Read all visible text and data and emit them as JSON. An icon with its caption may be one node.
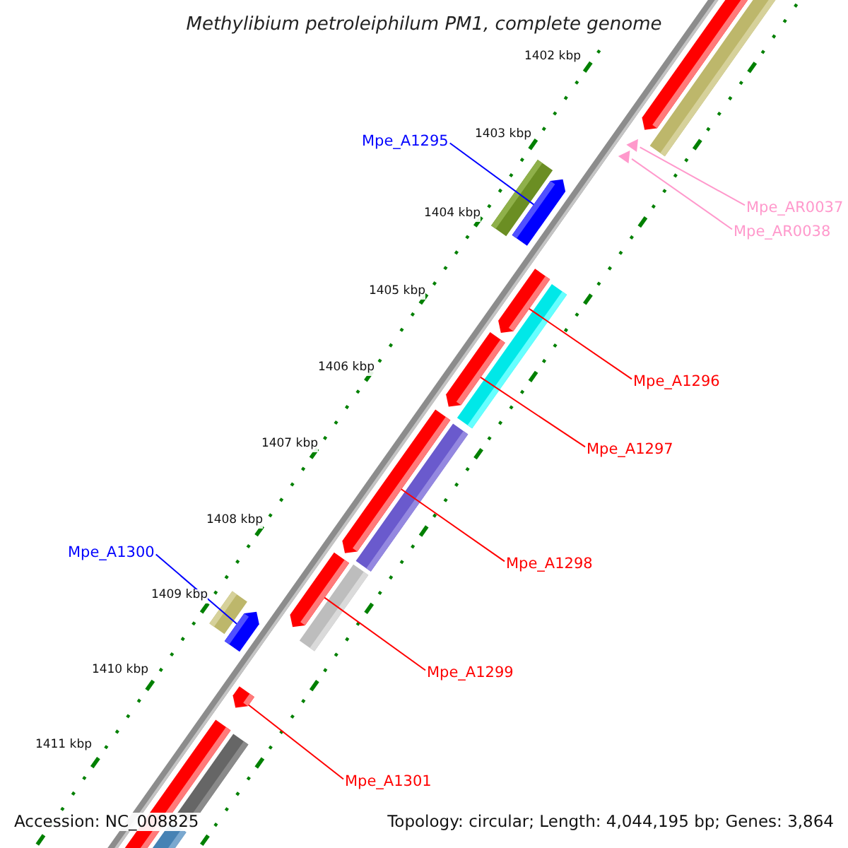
{
  "diagram": {
    "title": "Methylibium petroleiphilum PM1, complete genome",
    "nodes": [
      {
        "text": [
          "Mpe_A1295"
        ]
      },
      {
        "text": [
          "Mpe_AR0037"
        ]
      },
      {
        "text": [
          "Mpe_AR0038"
        ]
      },
      {
        "text": [
          "Mpe_A1296"
        ]
      },
      {
        "text": [
          "Mpe_A1297"
        ]
      },
      {
        "text": [
          "Mpe_A1300"
        ]
      },
      {
        "text": [
          "Mpe_A1298"
        ]
      },
      {
        "text": [
          "Mpe_A1299"
        ]
      },
      {
        "text": [
          "Mpe_A1301"
        ]
      },
      {
        "text": [],
        "shape": "bar"
      },
      {
        "text": [],
        "shape": "bar"
      },
      {
        "text": [],
        "shape": "bar"
      },
      {
        "text": [],
        "shape": "bar"
      },
      {
        "text": [],
        "shape": "bar"
      },
      {
        "text": [],
        "shape": "bar"
      },
      {
        "text": [],
        "shape": "bar"
      },
      {
        "text": [],
        "shape": "bar"
      },
      {
        "text": [],
        "shape": "bar"
      }
    ],
    "edges": [
      {
        "from": 0,
        "to": 9,
        "arrow": "none",
        "color": "#0000ff"
      },
      {
        "from": 1,
        "to": 10,
        "arrow": "none",
        "color": "#ff99cc"
      },
      {
        "from": 2,
        "to": 11,
        "arrow": "none",
        "color": "#ff99cc"
      },
      {
        "from": 3,
        "to": 12,
        "arrow": "none"
      },
      {
        "from": 4,
        "to": 13,
        "arrow": "none"
      },
      {
        "from": 5,
        "to": 14,
        "arrow": "none",
        "color": "#0000ff"
      },
      {
        "from": 6,
        "to": 15,
        "arrow": "none"
      },
      {
        "from": 7,
        "to": 16,
        "arrow": "none"
      },
      {
        "from": 8,
        "to": 17,
        "arrow": "none"
      }
    ],
    "labels": [
      "1402 kbp",
      "1403 kbp",
      "1404 kbp",
      "1405 kbp",
      "1406 kbp",
      "1407 kbp",
      "1408 kbp",
      "1409 kbp",
      "1410 kbp",
      "1411 kbp",
      "Accession: NC_008825",
      "Topology: circular; Length: 4,044,195 bp; Genes: 3,864"
    ]
  }
}
